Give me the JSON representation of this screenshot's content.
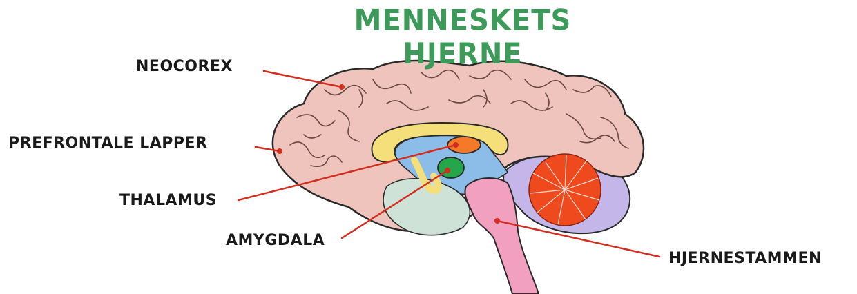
{
  "title": "MENNESKETS HJERNE",
  "labels": {
    "neocortex": "NEOCOREX",
    "prefrontal": "PREFRONTALE LAPPER",
    "thalamus": "THALAMUS",
    "amygdala": "AMYGDALA",
    "brainstem": "HJERNESTAMMEN"
  },
  "colors": {
    "title": "#3c9b58",
    "leader_line": "#d22d1e",
    "cortex": "#eec4bc",
    "corpus_callosum": "#f4df7a",
    "ventricle": "#8cbde8",
    "thalamus": "#f47a2a",
    "amygdala": "#26a64a",
    "brainstem": "#f2a0c0",
    "cerebellum": "#ee4a1e",
    "cerebellum_bg": "#c4b6e8"
  }
}
